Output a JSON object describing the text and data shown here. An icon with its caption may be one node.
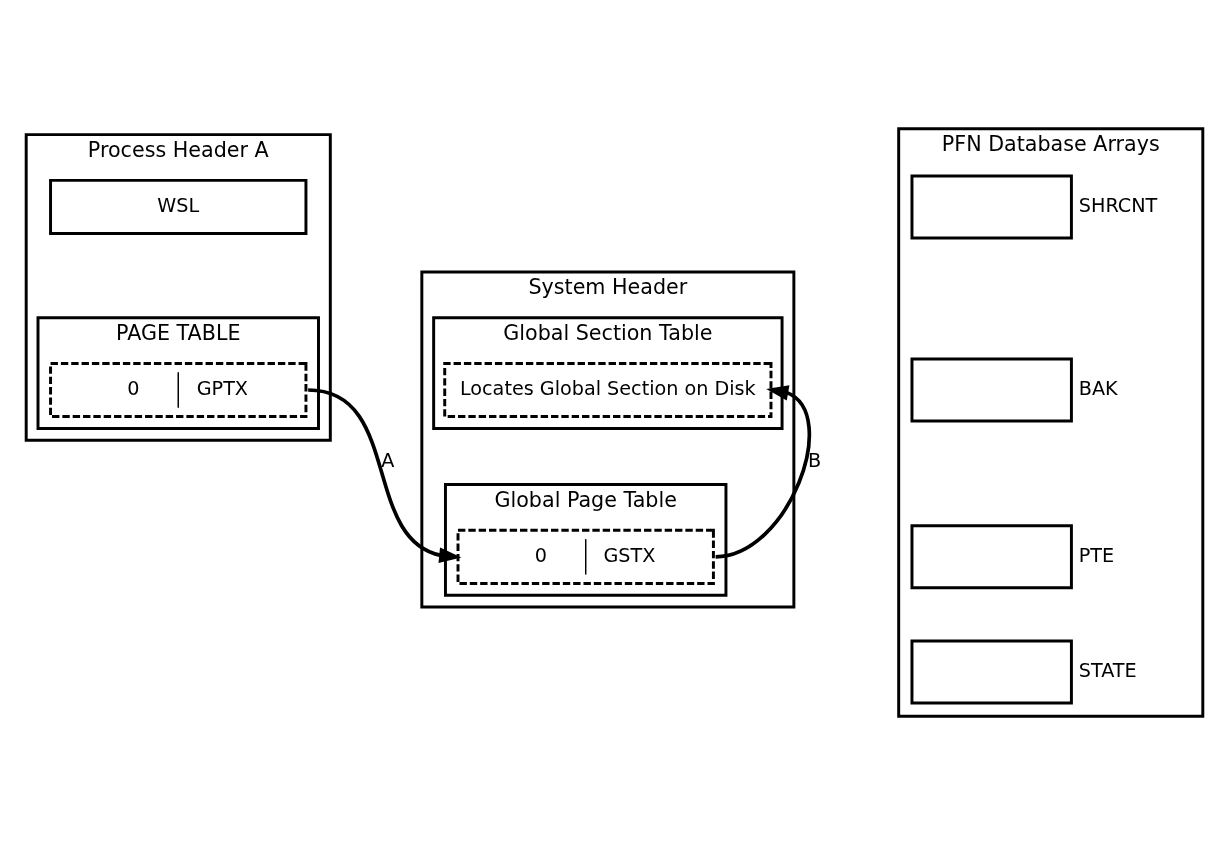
{
  "diagram": {
    "nodes": [
      {
        "text": [
          "Process Header A"
        ]
      },
      {
        "text": [
          "WSL"
        ],
        "in": 0
      },
      {
        "text": [
          "PAGE TABLE"
        ],
        "in": 0
      },
      {
        "text": [
          "0",
          "GPTX"
        ],
        "in": 2
      },
      {
        "text": [
          "System Header"
        ]
      },
      {
        "text": [
          "Global Section Table"
        ],
        "in": 4
      },
      {
        "text": [
          "Locates Global Section on Disk"
        ],
        "in": 5
      },
      {
        "text": [
          "Global Page Table"
        ],
        "in": 4
      },
      {
        "text": [
          "0",
          "GSTX"
        ],
        "in": 7
      },
      {
        "text": [
          "PFN Database Arrays"
        ]
      },
      {
        "text": [],
        "shape": "box",
        "in": 9,
        "beside": [
          "SHRCNT"
        ]
      },
      {
        "text": [],
        "shape": "box",
        "in": 9,
        "beside": [
          "BAK"
        ]
      },
      {
        "text": [],
        "shape": "box",
        "in": 9,
        "beside": [
          "PTE"
        ]
      },
      {
        "text": [],
        "shape": "box",
        "in": 9,
        "beside": [
          "STATE"
        ]
      }
    ],
    "edges": [
      {
        "from": 3,
        "to": 8,
        "arrow": "to",
        "label": "A"
      },
      {
        "from": 8,
        "to": 6,
        "arrow": "to",
        "label": "B"
      }
    ]
  }
}
